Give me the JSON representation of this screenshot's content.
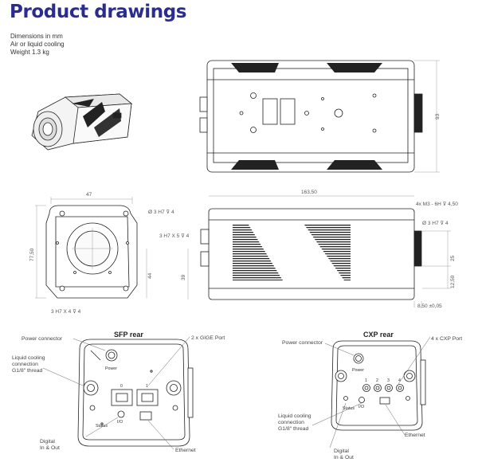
{
  "header": {
    "title": "Product drawings"
  },
  "specs": [
    "Dimensions in mm",
    "Air or liquid cooling",
    "Weight 1.3 kg"
  ],
  "colors": {
    "title": "#2b2d8e",
    "line": "#222222",
    "dim": "#777777"
  },
  "top_view": {
    "dims": {
      "height": "93"
    }
  },
  "front_view": {
    "dims": {
      "width": "47",
      "height": "77,50",
      "mid": "44",
      "lower": "39",
      "hole_top": "Ø 3 H7 ⊽ 4",
      "hole_bottom": "3 H7 X 4 ⊽ 4"
    }
  },
  "side_view": {
    "dims": {
      "length": "163,50",
      "thread": "4x M3 - 6H ⊽ 4,50",
      "hole_right": "Ø 3 H7 ⊽ 4",
      "hole_left": "3 H7 X 5 ⊽ 4",
      "d25": "25",
      "d1250": "12,50",
      "d850": "8,50 ±0,05"
    }
  },
  "sfp_rear": {
    "title": "SFP rear",
    "labels": {
      "power_connector": "Power connector",
      "liquid_cooling": [
        "Liquid cooling",
        "connection",
        "G1/8\" thread"
      ],
      "gige_port": "2 x GIGE Port",
      "digital": [
        "Digital",
        "In & Out"
      ],
      "ethernet": "Ethernet"
    },
    "panel": {
      "power": "Power",
      "port0": "0",
      "port1": "1",
      "io": "I/O",
      "status": "Status"
    }
  },
  "cxp_rear": {
    "title": "CXP rear",
    "labels": {
      "power_connector": "Power connector",
      "cxp_port": "4 x CXP Port",
      "liquid_cooling": [
        "Liquid cooling",
        "connection",
        "G1/8\" thread"
      ],
      "ethernet": "Ethernet",
      "digital": [
        "Digital",
        "In & Out"
      ]
    },
    "panel": {
      "power": "Power",
      "ports": [
        "1",
        "2",
        "3",
        "4"
      ],
      "io": "I/O",
      "status": "Status"
    }
  }
}
